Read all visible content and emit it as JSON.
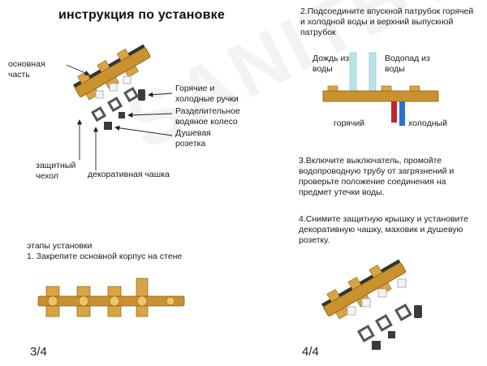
{
  "title": "инструкция по установке",
  "watermark": "SANITBY",
  "labels": {
    "main_body": "основная\nчасть",
    "handles": "Горячие и\nхолодные ручки",
    "diverter": "Разделительное\nводяное колесо",
    "shower_socket": "Душевая\nрозетка",
    "protective_cover": "защитный\nчехол",
    "decor_cup": "декоративная чашка"
  },
  "stages": {
    "heading": "этапы установки",
    "step1": "1. Закрепите основной корпус на стене",
    "step2": "2.Подсоедините впускной патрубок горячей\nи холодной воды и верхний выпускной\nпатрубок",
    "step3": "3.Включите выключатель, промойте\nводопроводную трубу от загрязнений и\nпроверьте положение соединения на\nпредмет утечки воды.",
    "step4": "4.Снимите защитную крышку и установите\nдекоративную чашку, маховик и душевую\nрозетку."
  },
  "pipe_labels": {
    "rain": "Дождь из\nводы",
    "waterfall": "Водопад из\nводы",
    "hot": "горячий",
    "cold": "холодный"
  },
  "pages": {
    "left": "3/4",
    "right": "4/4"
  },
  "colors": {
    "brass": "#c9922f",
    "hot": "#c0272d",
    "cold": "#2f6fd0",
    "clear_pipe": "#b9e3ea",
    "dark": "#333333"
  }
}
